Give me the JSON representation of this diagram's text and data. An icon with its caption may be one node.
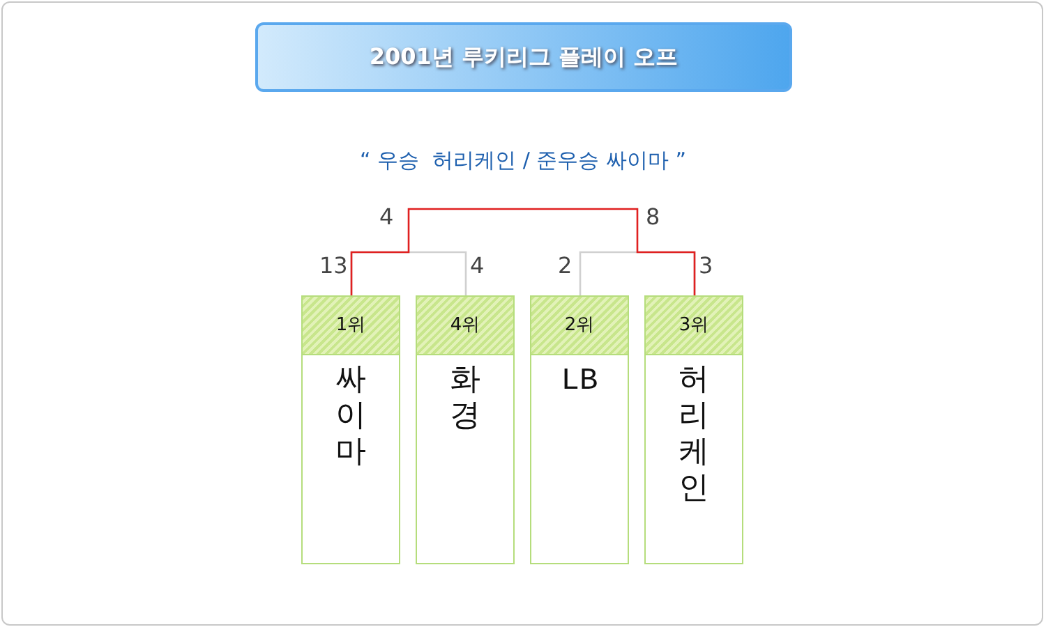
{
  "diagram": {
    "title": "2001년 루키리그 플레이 오프",
    "nodes": [
      {
        "text": [
          "1위",
          "싸이마"
        ],
        "beside": [
          "13"
        ]
      },
      {
        "text": [
          "4위",
          "화경"
        ],
        "beside": [
          "4"
        ]
      },
      {
        "text": [
          "2위",
          "LB"
        ],
        "beside": [
          "2"
        ]
      },
      {
        "text": [
          "3위",
          "허리케인"
        ],
        "beside": [
          "3"
        ]
      }
    ],
    "edges": [
      {
        "from": 0,
        "to": 1,
        "arrow": "none"
      },
      {
        "from": 2,
        "to": 3,
        "arrow": "none"
      },
      {
        "from": 0,
        "to": 3,
        "arrow": "none",
        "color": "#e02020"
      }
    ],
    "labels": [
      "“ 우승  허리케인 / 준우승 싸이마 ”",
      "4",
      "8"
    ]
  }
}
